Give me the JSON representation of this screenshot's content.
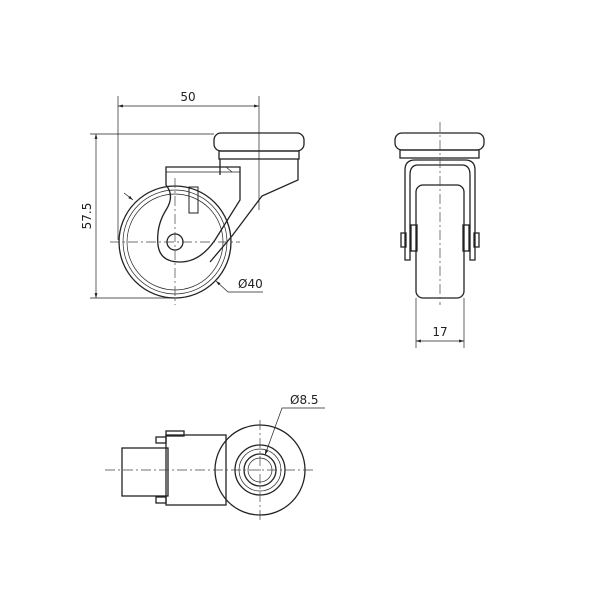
{
  "dimensions": {
    "width": "50",
    "height": "57.5",
    "wheel_diameter": "Ø40",
    "wheel_width": "17",
    "bolt_hole_diameter": "Ø8.5"
  }
}
